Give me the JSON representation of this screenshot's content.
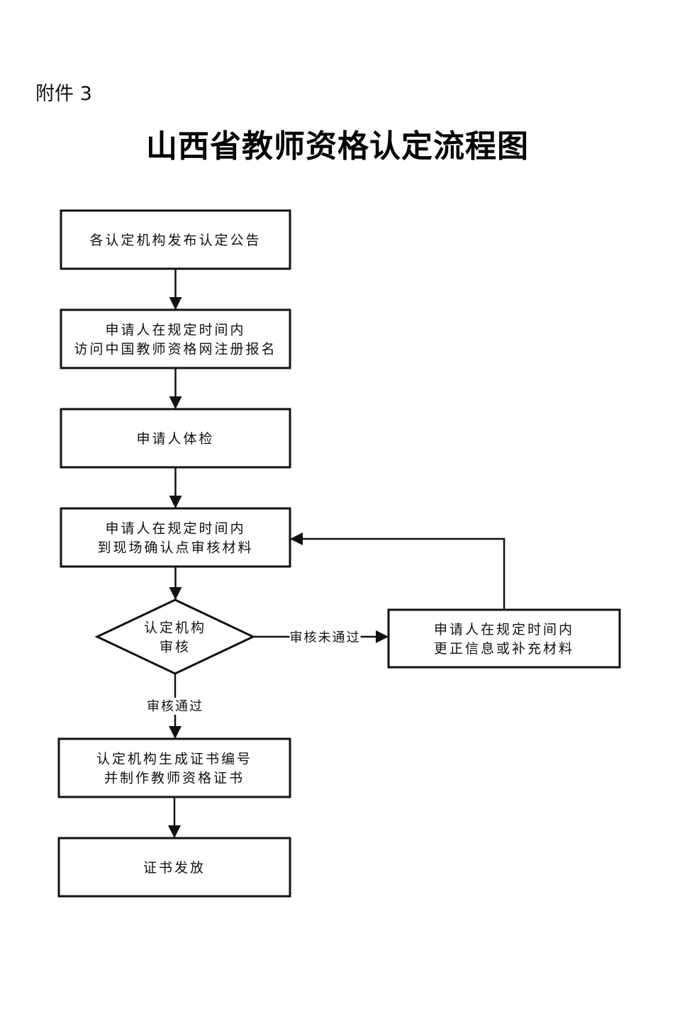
{
  "attachment_label": "附件 3",
  "title": "山西省教师资格认定流程图",
  "nodes": [
    {
      "id": "n1",
      "type": "process",
      "lines": [
        "各认定机构发布认定公告"
      ]
    },
    {
      "id": "n2",
      "type": "process",
      "lines": [
        "申请人在规定时间内",
        "访问中国教师资格网注册报名"
      ]
    },
    {
      "id": "n3",
      "type": "process",
      "lines": [
        "申请人体检"
      ]
    },
    {
      "id": "n4",
      "type": "process",
      "lines": [
        "申请人在规定时间内",
        "到现场确认点审核材料"
      ]
    },
    {
      "id": "d1",
      "type": "decision",
      "lines": [
        "认定机构",
        "审核"
      ]
    },
    {
      "id": "n5",
      "type": "process",
      "lines": [
        "申请人在规定时间内",
        "更正信息或补充材料"
      ]
    },
    {
      "id": "n6",
      "type": "process",
      "lines": [
        "认定机构生成证书编号",
        "并制作教师资格证书"
      ]
    },
    {
      "id": "n7",
      "type": "process",
      "lines": [
        "证书发放"
      ]
    }
  ],
  "edges": [
    {
      "from": "n1",
      "to": "n2",
      "label": ""
    },
    {
      "from": "n2",
      "to": "n3",
      "label": ""
    },
    {
      "from": "n3",
      "to": "n4",
      "label": ""
    },
    {
      "from": "n4",
      "to": "d1",
      "label": ""
    },
    {
      "from": "d1",
      "to": "n5",
      "label": "审核未通过"
    },
    {
      "from": "n5",
      "to": "n4",
      "label": ""
    },
    {
      "from": "d1",
      "to": "n6",
      "label": "审核通过"
    },
    {
      "from": "n6",
      "to": "n7",
      "label": ""
    }
  ]
}
